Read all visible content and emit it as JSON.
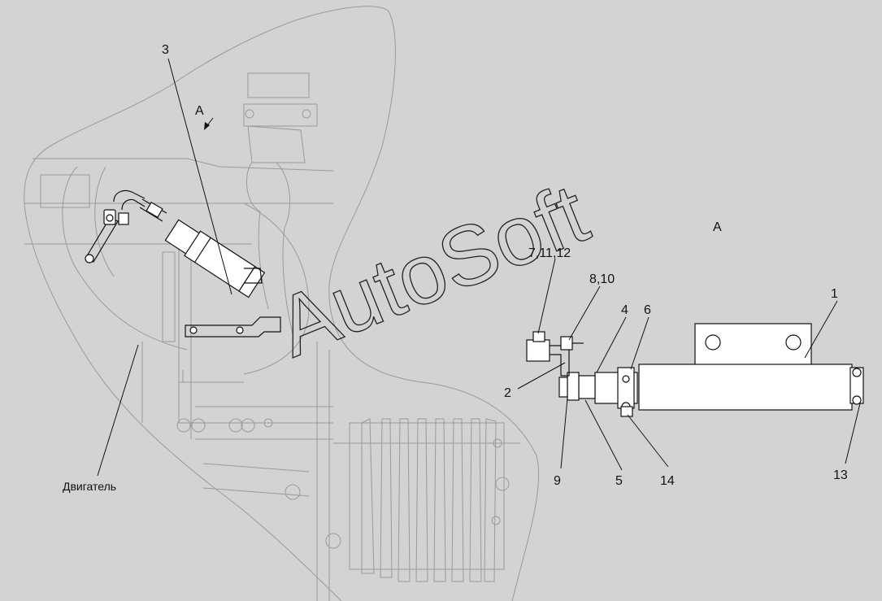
{
  "view_marker": "A",
  "view_title": "A",
  "engine_label": "Двигатель",
  "watermark": "AutoSoft",
  "callouts": {
    "c1": "1",
    "c2": "2",
    "c3": "3",
    "c4": "4",
    "c5": "5",
    "c6": "6",
    "c7_11_12": "7,11,12",
    "c8_10": "8,10",
    "c9": "9",
    "c13": "13",
    "c14": "14"
  }
}
